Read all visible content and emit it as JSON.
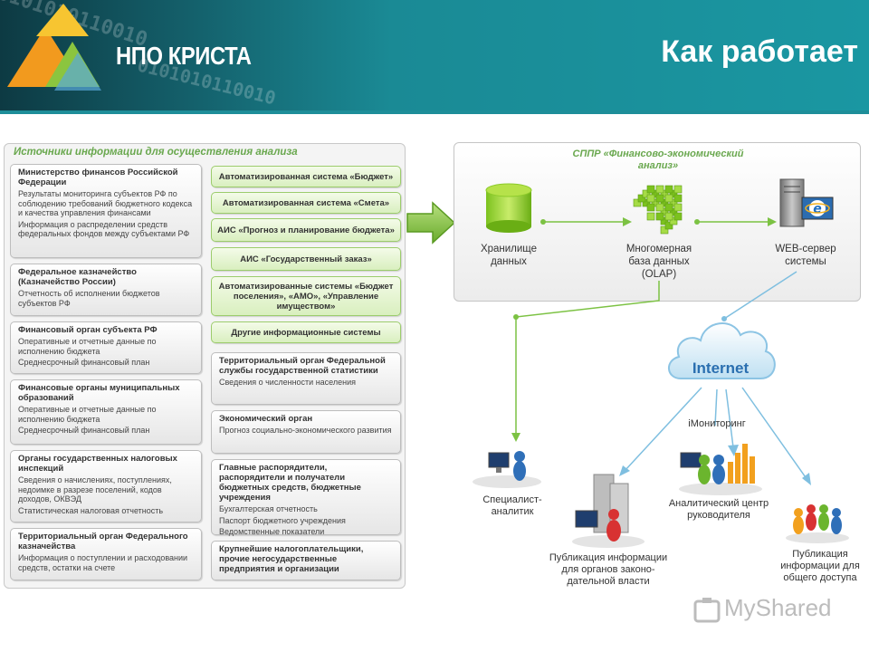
{
  "header": {
    "logo_text": "НПО КРИСТА",
    "title": "Как работает",
    "binary_text": "0101010110010"
  },
  "left_panel": {
    "title": "Источники информации для осуществления анализа",
    "sources": [
      {
        "title": "Министерство финансов Российской Федерации",
        "items": [
          "Результаты мониторинга субъектов РФ по соблюдению требований бюджетного кодекса и качества управления финансами",
          "Информация о распределении средств федеральных фондов между субъектами РФ"
        ]
      },
      {
        "title": "Федеральное казначейство (Казначейство России)",
        "items": [
          "Отчетность об исполнении бюджетов субъектов РФ"
        ]
      },
      {
        "title": "Финансовый орган субъекта РФ",
        "items": [
          "Оперативные и отчетные данные по исполнению бюджета",
          "Среднесрочный финансовый план"
        ]
      },
      {
        "title": "Финансовые органы муниципальных образований",
        "items": [
          "Оперативные и отчетные данные по исполнению бюджета",
          "Среднесрочный финансовый план"
        ]
      },
      {
        "title": "Органы государственных налоговых инспекций",
        "items": [
          "Сведения о начислениях, поступлениях, недоимке в разрезе поселений, кодов доходов, ОКВЭД",
          "Статистическая налоговая отчетность"
        ]
      },
      {
        "title": "Территориальный орган Федерального казначейства",
        "items": [
          "Информация о поступлении и расходовании средств, остатки на счете"
        ]
      }
    ],
    "systems": [
      "Автоматизированная система «Бюджет»",
      "Автоматизированная система «Смета»",
      "АИС «Прогноз и планирование бюджета»",
      "АИС «Государственный заказ»",
      "Автоматизированные системы «Бюджет поселения», «АМО», «Управление имуществом»",
      "Другие информационные системы"
    ],
    "organs": [
      {
        "title": "Территориальный орган Федеральной службы государственной статистики",
        "items": [
          "Сведения о численности населения"
        ]
      },
      {
        "title": "Экономический орган",
        "items": [
          "Прогноз социально-экономического развития"
        ]
      },
      {
        "title": "Главные распорядители, распорядители и получатели бюджетных средств, бюджетные учреждения",
        "items": [
          "Бухгалтерская отчетность",
          "Паспорт бюджетного учреждения",
          "Ведомственные показатели"
        ]
      },
      {
        "title": "Крупнейшие налогоплательщики, прочие негосударственные предприятия и организации",
        "items": []
      }
    ]
  },
  "right_panel": {
    "title_line1": "СППР «Финансово-экономический",
    "title_line2": "анализ»",
    "storage": "Хранилище\nданных",
    "olap": "Многомерная\nбаза данных\n(OLAP)",
    "web": "WEB-сервер\nсистемы"
  },
  "cloud_label": "Internet",
  "consumers": {
    "analyst": "Специалист-\nаналитик",
    "legislative": "Публикация информации\nдля органов законо-\nдательной власти",
    "imonitoring": "iМониторинг",
    "leader": "Аналитический центр\nруководителя",
    "public": "Публикация\nинформации для\nобщего доступа"
  },
  "watermark": "MyShared",
  "colors": {
    "accent_green": "#6aa84f",
    "header_teal": "#1a8a95",
    "line_green": "#7cc243",
    "line_blue": "#7fbfe0"
  }
}
